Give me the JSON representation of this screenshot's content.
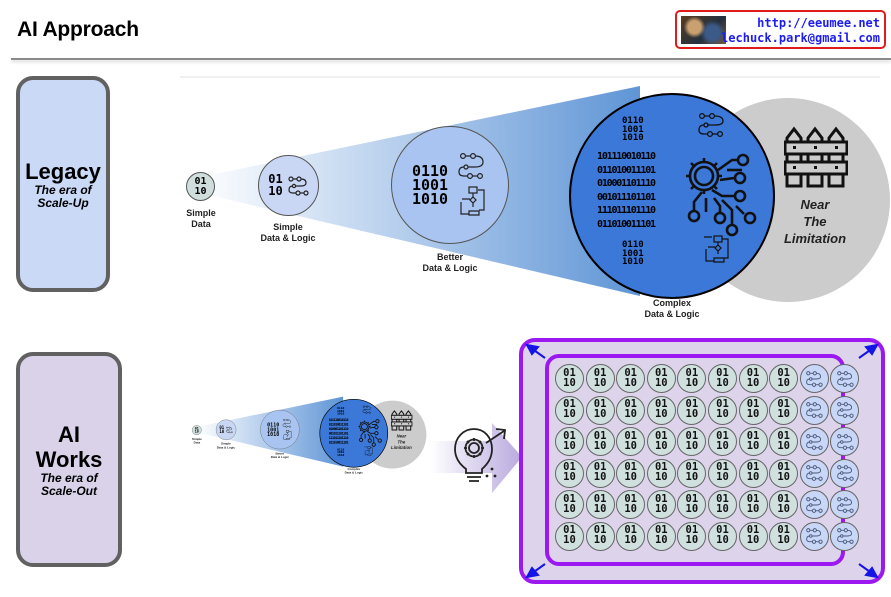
{
  "header": {
    "title": "AI Approach",
    "contact": {
      "url": "http://eeumee.net",
      "email": "lechuck.park@gmail.com"
    }
  },
  "eras": [
    {
      "title": "Legacy",
      "subtitle_line1": "The era of",
      "subtitle_line2": "Scale-Up",
      "color": "#c9d9f6"
    },
    {
      "title_line1": "AI",
      "title_line2": "Works",
      "subtitle_line1": "The era of",
      "subtitle_line2": "Scale-Out",
      "color": "#d9d2e9"
    }
  ],
  "legacy_diagram": {
    "stages": [
      {
        "label_line1": "Simple",
        "label_line2": "Data",
        "binary": [
          "01",
          "10"
        ]
      },
      {
        "label_line1": "Simple",
        "label_line2": "Data & Logic",
        "binary": [
          "01",
          "10"
        ]
      },
      {
        "label_line1": "Better",
        "label_line2": "Data & Logic",
        "binary": [
          "0110",
          "1001",
          "1010"
        ]
      },
      {
        "label_line1": "Complex",
        "label_line2": "Data & Logic",
        "binary": [
          "0110",
          "1001",
          "1010"
        ],
        "binary_block": [
          "101110010110",
          "011010011101",
          "010001101110",
          "001011101101",
          "111011101110",
          "011010011101"
        ]
      }
    ],
    "limit": {
      "line1": "Near",
      "line2": "The",
      "line3": "Limitation"
    }
  },
  "scale_out": {
    "rows": 6,
    "data_cells_per_row": 8,
    "logic_cells_per_row": 2,
    "data_binary": [
      "01",
      "10"
    ]
  },
  "colors": {
    "accent_purple": "#9b19f0",
    "arrow_blue": "#1414e6",
    "complex_blue": "#3b78d8",
    "limit_gray": "#cccccc"
  }
}
